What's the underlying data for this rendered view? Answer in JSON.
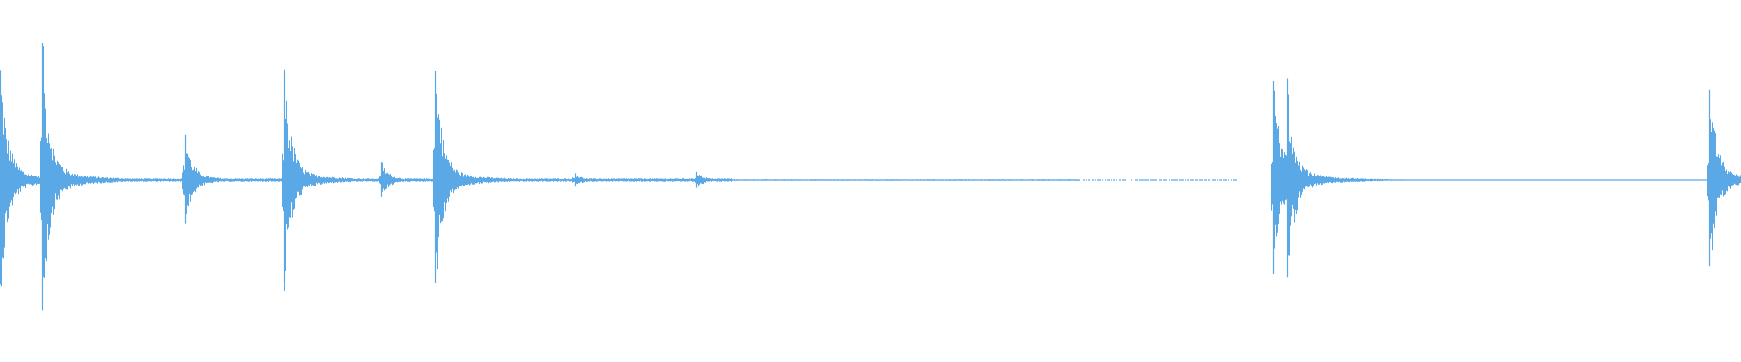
{
  "waveform": {
    "color": "#5aa9e6",
    "background": "#ffffff",
    "peaks": [
      {
        "t": 0.0,
        "amp": 0.8
      },
      {
        "t": 0.024,
        "amp": 1.0
      },
      {
        "t": 0.106,
        "amp": 0.33
      },
      {
        "t": 0.163,
        "amp": 0.78
      },
      {
        "t": 0.219,
        "amp": 0.13
      },
      {
        "t": 0.25,
        "amp": 0.79
      },
      {
        "t": 0.33,
        "amp": 0.05
      },
      {
        "t": 0.4,
        "amp": 0.06
      },
      {
        "t": 0.731,
        "amp": 0.72
      },
      {
        "t": 0.739,
        "amp": 0.74
      },
      {
        "t": 0.982,
        "amp": 0.66
      }
    ],
    "silent_ranges": [
      [
        0.71,
        0.73
      ]
    ]
  }
}
